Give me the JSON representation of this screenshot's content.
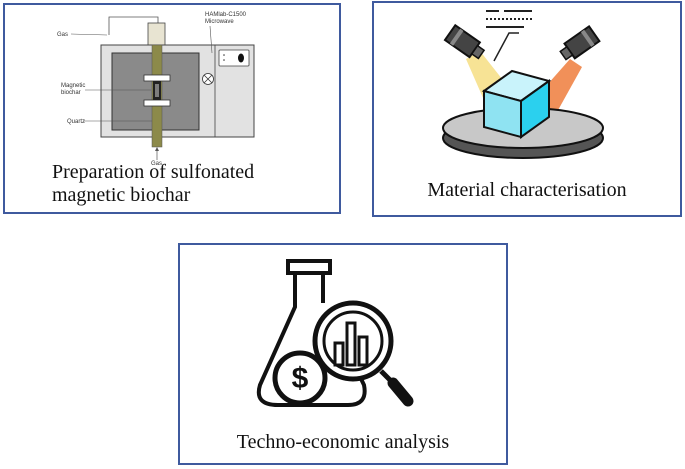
{
  "panels": {
    "preparation": {
      "caption_line1": "Preparation of sulfonated",
      "caption_line2": "magnetic biochar",
      "labels": {
        "gas_top": "Gas",
        "device_line1": "HAMlab-C1500",
        "device_line2": "Microwave",
        "magnetic_line1": "Magnetic",
        "magnetic_line2": "biochar",
        "quartz": "Quartz",
        "gas_bottom": "Gas"
      }
    },
    "characterisation": {
      "caption": "Material characterisation",
      "icon": "cube-under-lights-icon"
    },
    "techno_economic": {
      "caption": "Techno-economic analysis",
      "icon": "flask-magnifier-dollar-icon"
    }
  },
  "colors": {
    "border": "#3f5a9e",
    "microwave_body": "#e2e2e2",
    "microwave_cavity": "#8a8a8a",
    "quartz_tube": "#8c8a4a",
    "cube_front": "#8fe3f2",
    "cube_side": "#2bd0ee",
    "light_left": "#f6e08a",
    "light_right": "#f08a50"
  }
}
